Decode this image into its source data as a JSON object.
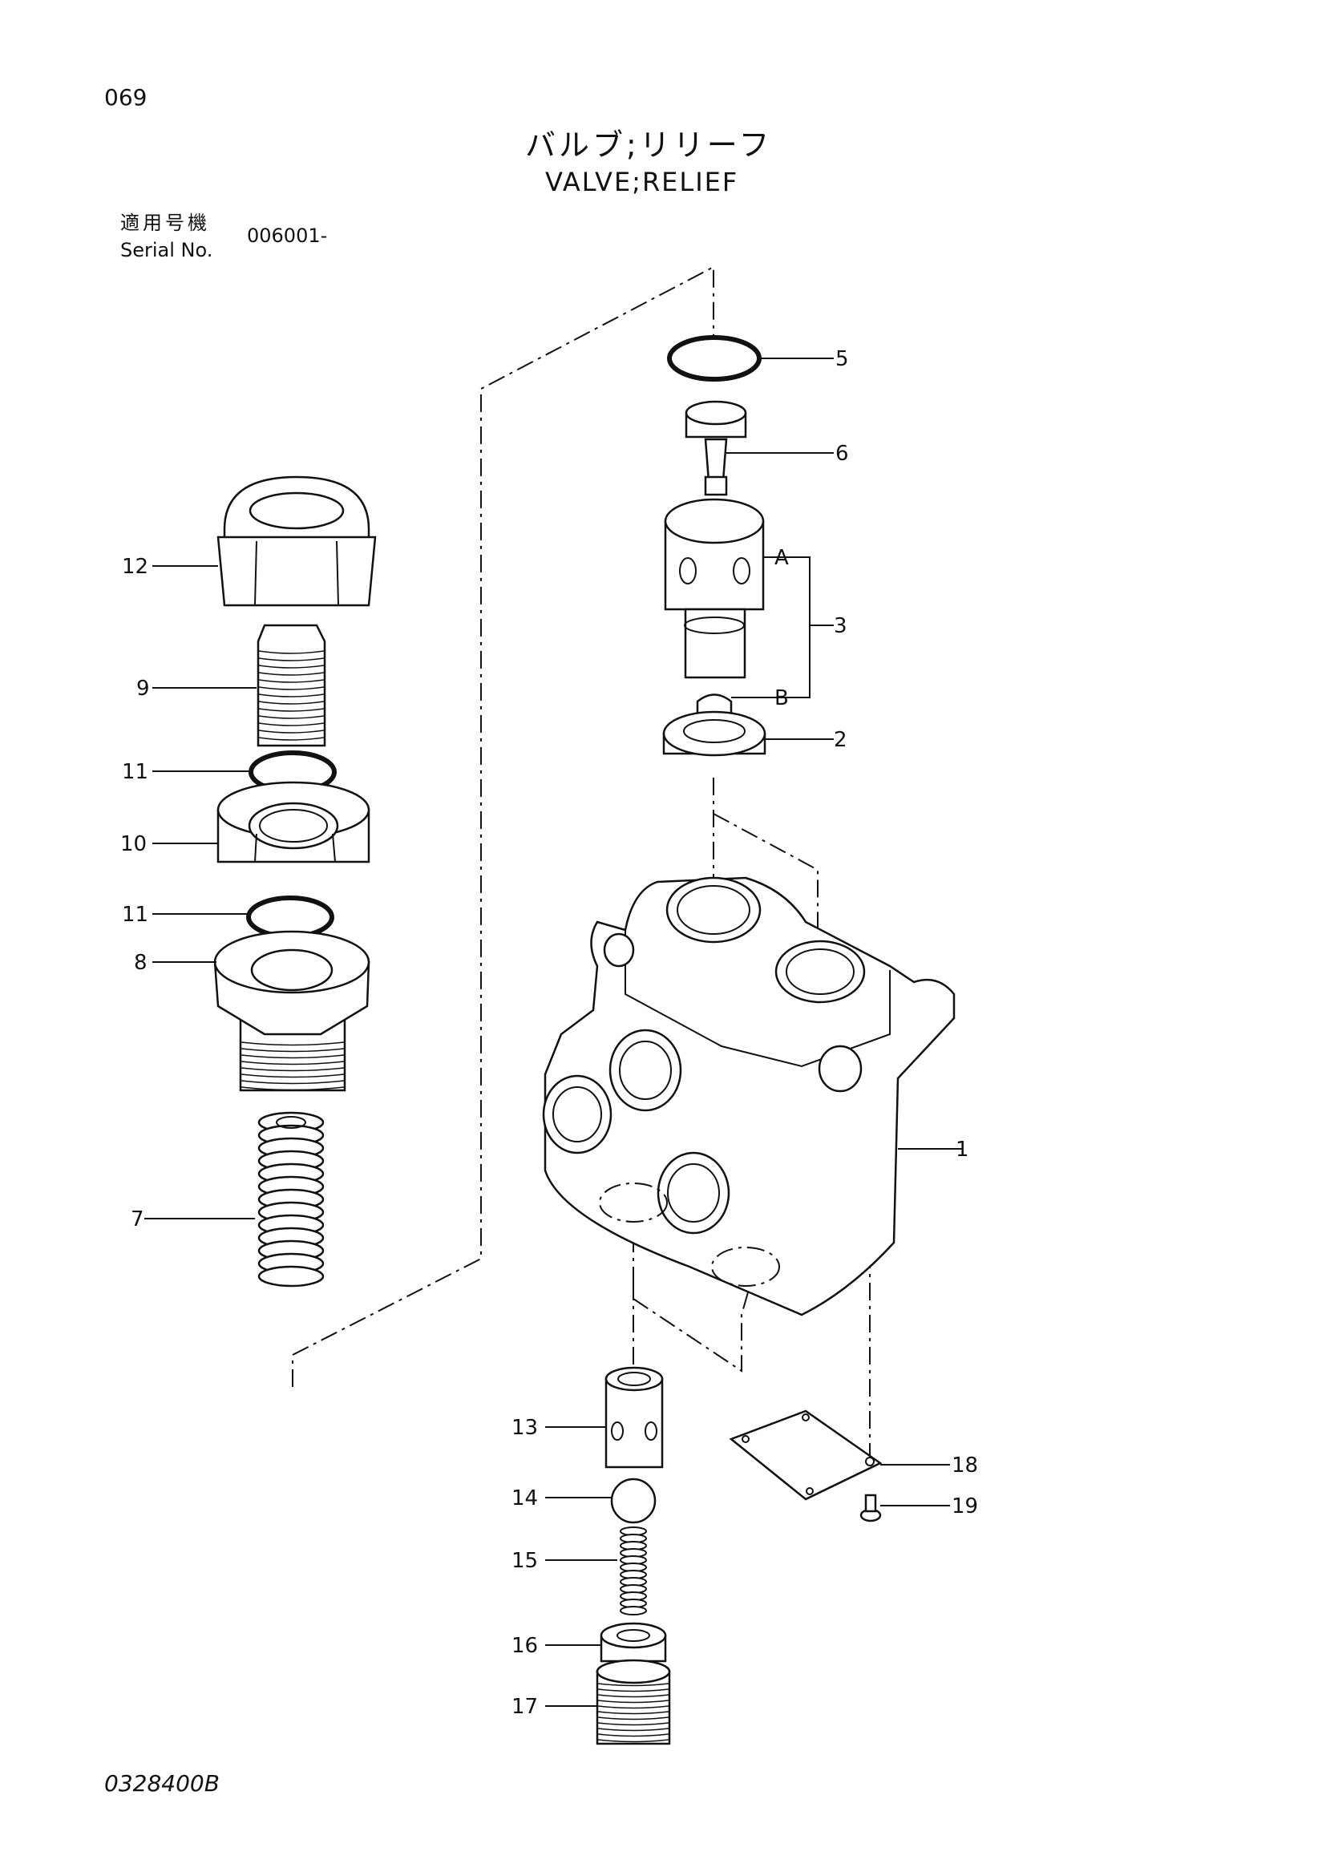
{
  "header": {
    "page_number": "069",
    "title_jp": "バルブ;リリーフ",
    "title_en": "VALVE;RELIEF",
    "serial_label_jp": "適用号機",
    "serial_label_en": "Serial No.",
    "serial_value": "006001-"
  },
  "callouts": [
    "1",
    "2",
    "3",
    "5",
    "6",
    "7",
    "8",
    "9",
    "10",
    "11",
    "11",
    "12",
    "13",
    "14",
    "15",
    "16",
    "17",
    "18",
    "19",
    "A",
    "B"
  ],
  "footer": {
    "drawing_number": "0328400B"
  }
}
